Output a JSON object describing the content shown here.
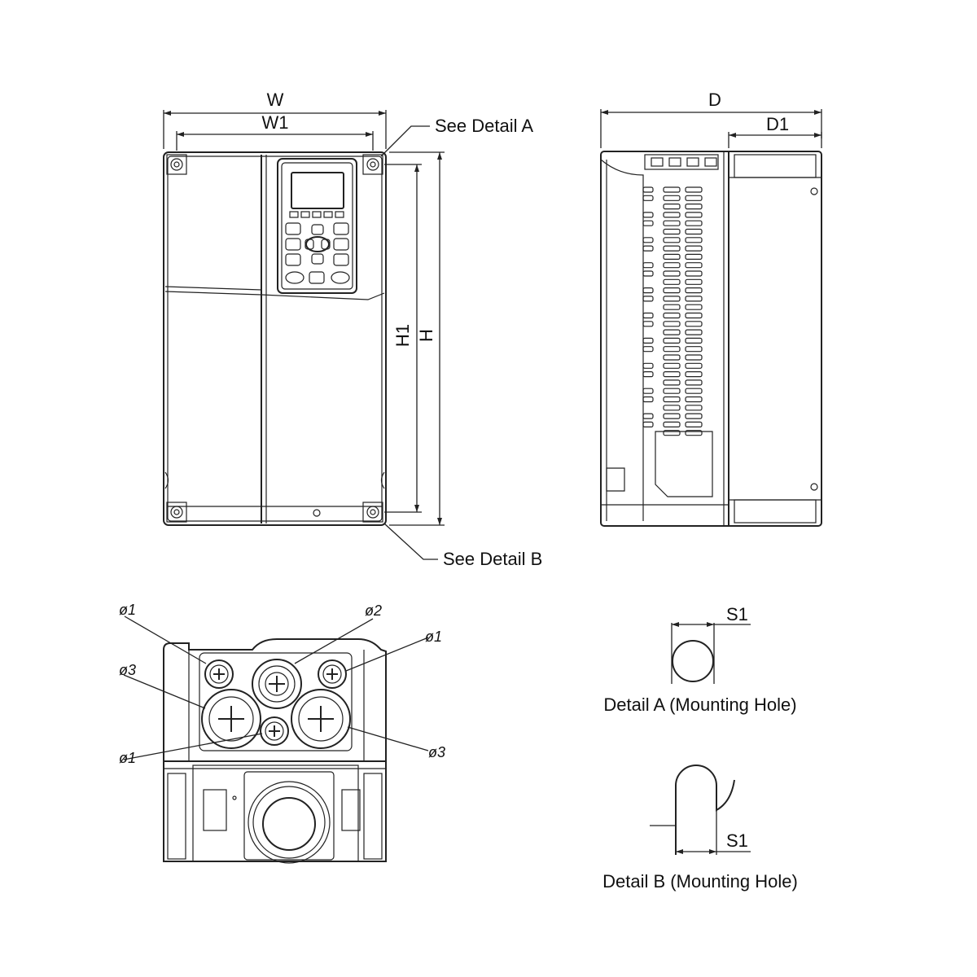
{
  "front_view": {
    "dim_w": "W",
    "dim_w1": "W1",
    "dim_h": "H",
    "dim_h1": "H1",
    "callout_a": "See Detail A",
    "callout_b": "See Detail B"
  },
  "side_view": {
    "dim_d": "D",
    "dim_d1": "D1"
  },
  "bottom_view": {
    "phi1": "ø1",
    "phi2": "ø2",
    "phi3": "ø3"
  },
  "detail_a": {
    "dim": "S1",
    "caption": "Detail A (Mounting Hole)"
  },
  "detail_b": {
    "dim": "S1",
    "caption": "Detail B (Mounting Hole)"
  }
}
